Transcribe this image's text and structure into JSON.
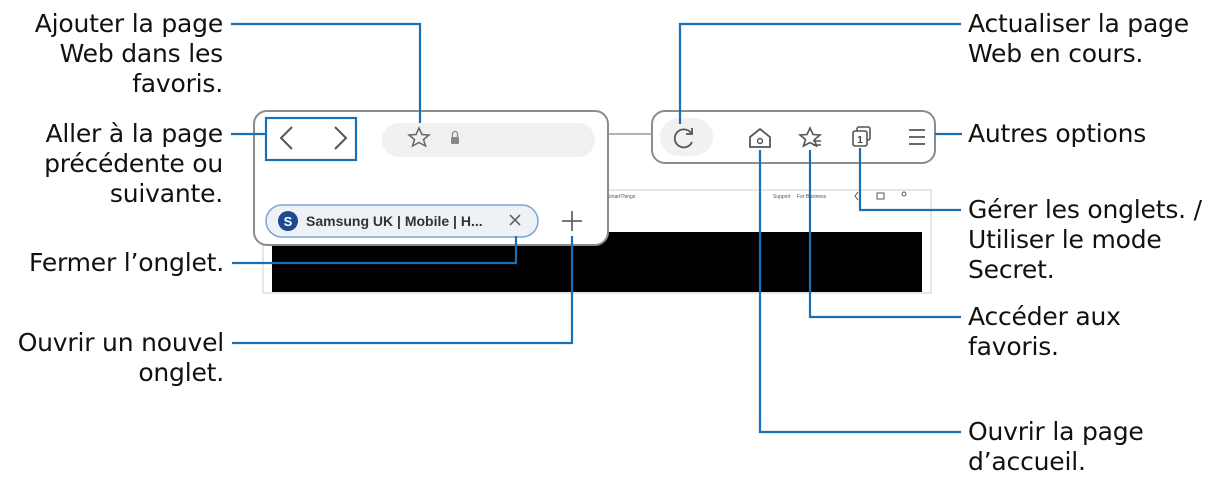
{
  "callouts": {
    "add_bookmark": "Ajouter la page\nWeb dans les\nfavoris.",
    "back_forward": "Aller à la page\nprécédente ou\nsuivante.",
    "close_tab": "Fermer l’onglet.",
    "new_tab": "Ouvrir un nouvel\nonglet.",
    "refresh": "Actualiser la page\nWeb en cours.",
    "more_options": "Autres options",
    "manage_tabs": "Gérer les onglets. /\nUtiliser le mode\nSecret.",
    "bookmarks": "Accéder aux\nfavoris.",
    "home": "Ouvrir la page\nd’accueil."
  },
  "browser": {
    "tab_title": "Samsung UK | Mobile | H...",
    "tab_favicon": "S",
    "tab_count": "1",
    "site_nav": "SmartThings",
    "site_links": [
      "Support",
      "For Business"
    ]
  },
  "colors": {
    "callout_line": "#1a6fb5",
    "frame": "#8c8c8c",
    "tab_bg": "#eef1f5"
  }
}
